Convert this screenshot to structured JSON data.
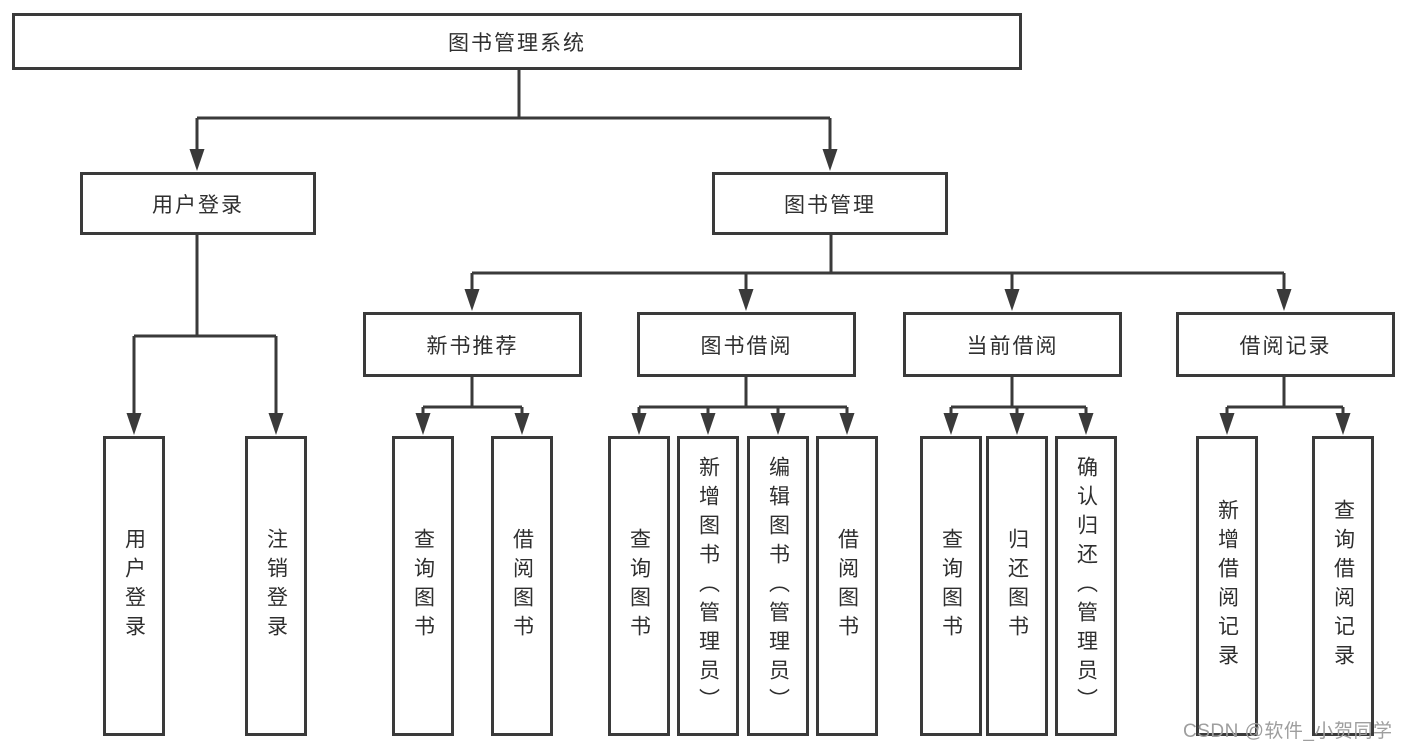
{
  "diagram": {
    "nodes": {
      "root": {
        "label": "图书管理系统"
      },
      "userLogin": {
        "label": "用户登录"
      },
      "bookMgmt": {
        "label": "图书管理"
      },
      "newBookRec": {
        "label": "新书推荐"
      },
      "bookBorrow": {
        "label": "图书借阅"
      },
      "currentBorrow": {
        "label": "当前借阅"
      },
      "borrowRecord": {
        "label": "借阅记录"
      },
      "leafUserLogin": {
        "label": "用户登录"
      },
      "leafLogout": {
        "label": "注销登录"
      },
      "recQueryBook": {
        "label": "查询图书"
      },
      "recBorrowBook": {
        "label": "借阅图书"
      },
      "borQueryBook": {
        "label": "查询图书"
      },
      "borAddBook": {
        "label": "新增图书（管理员）"
      },
      "borEditBook": {
        "label": "编辑图书（管理员）"
      },
      "borBorrowBook": {
        "label": "借阅图书"
      },
      "curQueryBook": {
        "label": "查询图书"
      },
      "curReturnBook": {
        "label": "归还图书"
      },
      "curConfirmReturn": {
        "label": "确认归还（管理员）"
      },
      "recAddRecord": {
        "label": "新增借阅记录"
      },
      "recQueryRecord": {
        "label": "查询借阅记录"
      }
    },
    "edges": [
      [
        "root",
        "userLogin"
      ],
      [
        "root",
        "bookMgmt"
      ],
      [
        "userLogin",
        "leafUserLogin"
      ],
      [
        "userLogin",
        "leafLogout"
      ],
      [
        "bookMgmt",
        "newBookRec"
      ],
      [
        "bookMgmt",
        "bookBorrow"
      ],
      [
        "bookMgmt",
        "currentBorrow"
      ],
      [
        "bookMgmt",
        "borrowRecord"
      ],
      [
        "newBookRec",
        "recQueryBook"
      ],
      [
        "newBookRec",
        "recBorrowBook"
      ],
      [
        "bookBorrow",
        "borQueryBook"
      ],
      [
        "bookBorrow",
        "borAddBook"
      ],
      [
        "bookBorrow",
        "borEditBook"
      ],
      [
        "bookBorrow",
        "borBorrowBook"
      ],
      [
        "currentBorrow",
        "curQueryBook"
      ],
      [
        "currentBorrow",
        "curReturnBook"
      ],
      [
        "currentBorrow",
        "curConfirmReturn"
      ],
      [
        "borrowRecord",
        "recAddRecord"
      ],
      [
        "borrowRecord",
        "recQueryRecord"
      ]
    ],
    "watermark": "CSDN @软件_小贺同学",
    "colors": {
      "line": "#3a3a3a",
      "text": "#2f2f2f",
      "background": "#ffffff",
      "watermark": "#9e9e9e"
    }
  }
}
